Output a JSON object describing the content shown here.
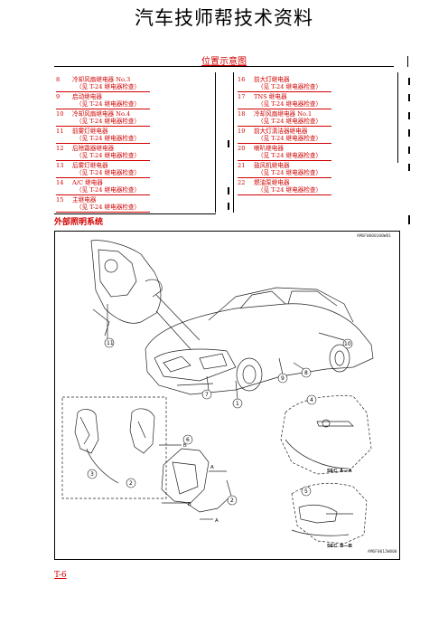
{
  "header": {
    "title": "汽车技师帮技术资料"
  },
  "section_title": "位置示意图",
  "relay_table": {
    "left": [
      {
        "num": "8",
        "name": "冷却风扇继电器 No.3",
        "ref": "（见 T-24 继电器检查）"
      },
      {
        "num": "9",
        "name": "启动继电器",
        "ref": "（见 T-24 继电器检查）"
      },
      {
        "num": "10",
        "name": "冷却风扇继电器 No.4",
        "ref": "（见 T-24 继电器检查）"
      },
      {
        "num": "11",
        "name": "前雾灯继电器",
        "ref": "（见 T-24 继电器检查）"
      },
      {
        "num": "12",
        "name": "后除霜器继电器",
        "ref": "（见 T-24 继电器检查）"
      },
      {
        "num": "13",
        "name": "后雾灯继电器",
        "ref": "（见 T-24 继电器检查）"
      },
      {
        "num": "14",
        "name": "A/C 继电器",
        "ref": "（见 T-24 继电器检查）"
      },
      {
        "num": "15",
        "name": "主继电器",
        "ref": "（见 T-24 继电器检查）"
      }
    ],
    "right": [
      {
        "num": "16",
        "name": "前大灯继电器",
        "ref": "（见 T-24 继电器检查）"
      },
      {
        "num": "17",
        "name": "TNS 继电器",
        "ref": "（见 T-24 继电器检查）"
      },
      {
        "num": "18",
        "name": "冷却风扇继电器 No.1",
        "ref": "（见 T-24 继电器检查）"
      },
      {
        "num": "19",
        "name": "前大灯清洁器继电器",
        "ref": "（见 T-24 继电器检查）"
      },
      {
        "num": "20",
        "name": "喇叭继电器",
        "ref": "（见 T-24 继电器检查）"
      },
      {
        "num": "21",
        "name": "鼓风机继电器",
        "ref": "（见 T-24 继电器检查）"
      },
      {
        "num": "22",
        "name": "燃油泵继电器",
        "ref": "（见 T-24 继电器检查）"
      }
    ]
  },
  "subhead": "外部照明系统",
  "figure": {
    "code_top": "AM6F0000100W01",
    "code_bottom": "AM6F0012W000",
    "sec_a": "SEC. A—A",
    "sec_b": "SEC. B—B",
    "callouts": [
      "1",
      "2",
      "3",
      "4",
      "5",
      "6",
      "7",
      "8",
      "9",
      "10",
      "11"
    ],
    "arrow_labels": [
      "B",
      "A",
      "A",
      "B"
    ]
  },
  "footer": {
    "page": "T-6"
  }
}
